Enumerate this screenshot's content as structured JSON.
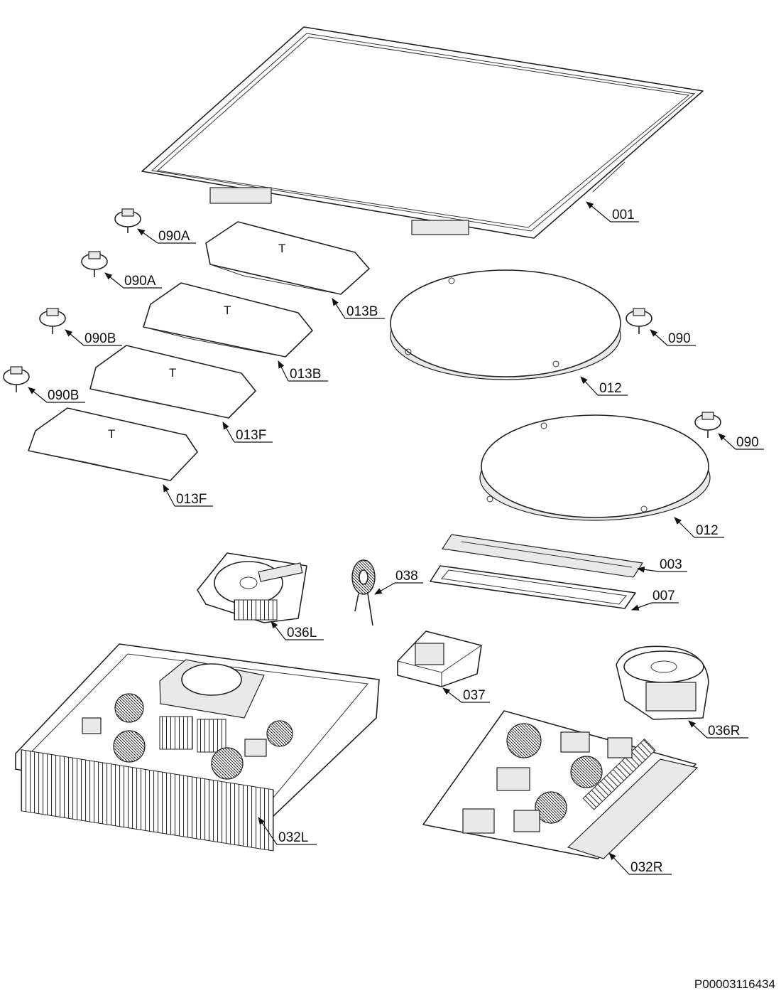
{
  "diagram": {
    "reference_code": "P00003116434",
    "callouts": [
      {
        "id": "001",
        "text": "001"
      },
      {
        "id": "090A_1",
        "text": "090A"
      },
      {
        "id": "090A_2",
        "text": "090A"
      },
      {
        "id": "013B_1",
        "text": "013B"
      },
      {
        "id": "013B_2",
        "text": "013B"
      },
      {
        "id": "090B_1",
        "text": "090B"
      },
      {
        "id": "090B_2",
        "text": "090B"
      },
      {
        "id": "013F_1",
        "text": "013F"
      },
      {
        "id": "013F_2",
        "text": "013F"
      },
      {
        "id": "090_1",
        "text": "090"
      },
      {
        "id": "012_1",
        "text": "012"
      },
      {
        "id": "090_2",
        "text": "090"
      },
      {
        "id": "012_2",
        "text": "012"
      },
      {
        "id": "003",
        "text": "003"
      },
      {
        "id": "007",
        "text": "007"
      },
      {
        "id": "038",
        "text": "038"
      },
      {
        "id": "036L",
        "text": "036L"
      },
      {
        "id": "037",
        "text": "037"
      },
      {
        "id": "036R",
        "text": "036R"
      },
      {
        "id": "032L",
        "text": "032L"
      },
      {
        "id": "032R",
        "text": "032R"
      }
    ]
  }
}
